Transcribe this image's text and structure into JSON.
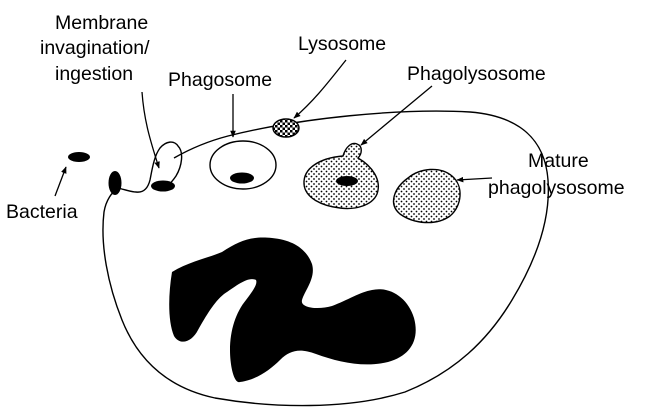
{
  "labels": {
    "membrane_line1": "Membrane",
    "membrane_line2": "invagination/",
    "membrane_line3": "ingestion",
    "lysosome": "Lysosome",
    "phagosome": "Phagosome",
    "phagolysosome": "Phagolysosome",
    "mature_line1": "Mature",
    "mature_line2": "phagolysosome",
    "bacteria": "Bacteria"
  },
  "colors": {
    "ink": "#000000",
    "background": "#ffffff"
  }
}
